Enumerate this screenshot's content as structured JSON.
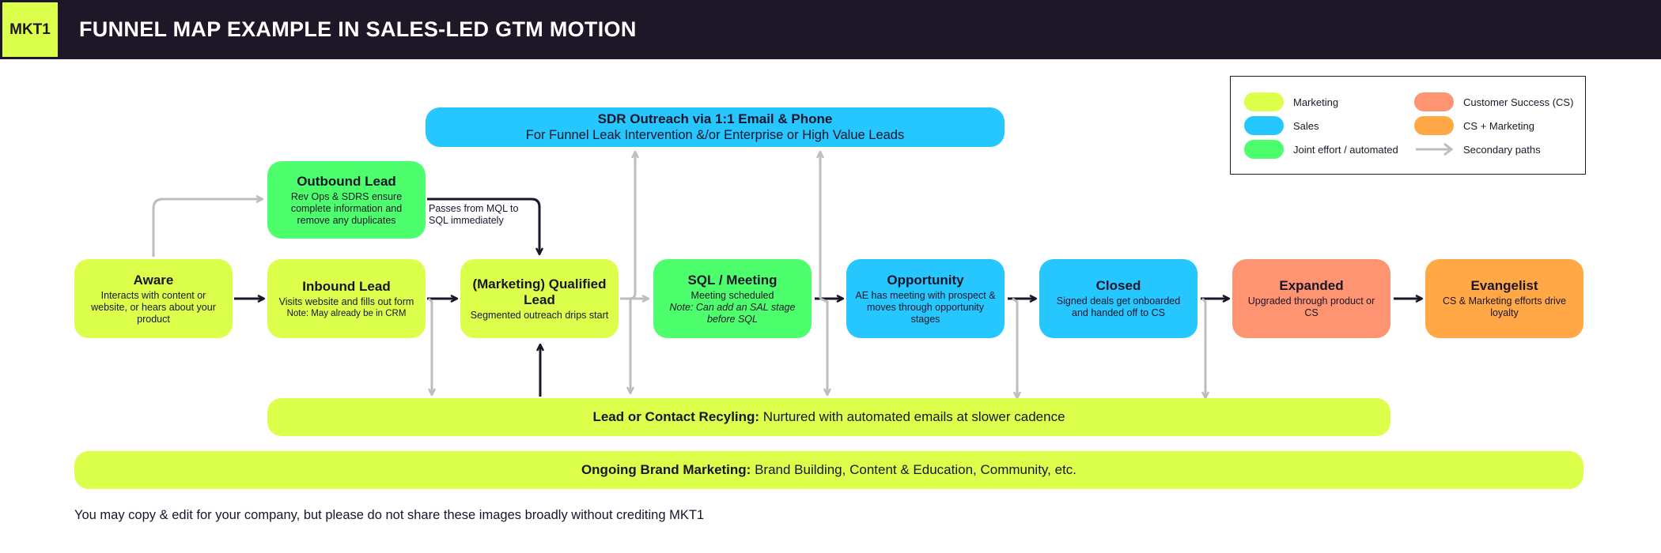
{
  "header": {
    "logo": "MKT1",
    "title": "FUNNEL MAP EXAMPLE IN SALES-LED GTM MOTION"
  },
  "legend": {
    "marketing": "Marketing",
    "sales": "Sales",
    "joint": "Joint effort / automated",
    "cs": "Customer Success (CS)",
    "cs_marketing": "CS + Marketing",
    "secondary": "Secondary paths"
  },
  "colors": {
    "marketing": "#dcff4b",
    "sales": "#26c6ff",
    "joint": "#4dff6d",
    "cs": "#ff9472",
    "cs_marketing": "#ffa845",
    "primary_arrow": "#1b1529",
    "secondary_arrow": "#bdbdbd",
    "header_bg": "#1d1728"
  },
  "sdr": {
    "title": "SDR Outreach via 1:1 Email & Phone",
    "subtitle": "For Funnel Leak Intervention &/or Enterprise or High Value Leads"
  },
  "outbound": {
    "title": "Outbound Lead",
    "desc": "Rev Ops & SDRS ensure complete information and remove any duplicates"
  },
  "mql_to_sql_note": "Passes from MQL to SQL immediately",
  "stages": {
    "aware": {
      "title": "Aware",
      "desc": "Interacts with content or website, or hears about your product"
    },
    "inbound": {
      "title": "Inbound Lead",
      "desc": "Visits website and fills out form",
      "note": "Note: May already be in CRM"
    },
    "mql": {
      "title": "(Marketing) Qualified Lead",
      "desc": "Segmented outreach drips start"
    },
    "sql": {
      "title": "SQL /  Meeting",
      "desc": "Meeting scheduled",
      "note": "Note: Can add an SAL stage before SQL"
    },
    "opportunity": {
      "title": "Opportunity",
      "desc": "AE has meeting with prospect & moves through opportunity stages"
    },
    "closed": {
      "title": "Closed",
      "desc": "Signed deals get onboarded and handed off to CS"
    },
    "expanded": {
      "title": "Expanded",
      "desc": "Upgraded through product or CS"
    },
    "evangelist": {
      "title": "Evangelist",
      "desc": "CS & Marketing efforts drive loyalty"
    }
  },
  "recycling": {
    "label": "Lead or Contact Recyling:",
    "text": " Nurtured with automated emails at slower cadence"
  },
  "brand": {
    "label": "Ongoing Brand Marketing:",
    "text": " Brand Building, Content & Education, Community, etc."
  },
  "footer": "You may copy & edit for your company, but please do not share these images broadly without crediting MKT1"
}
